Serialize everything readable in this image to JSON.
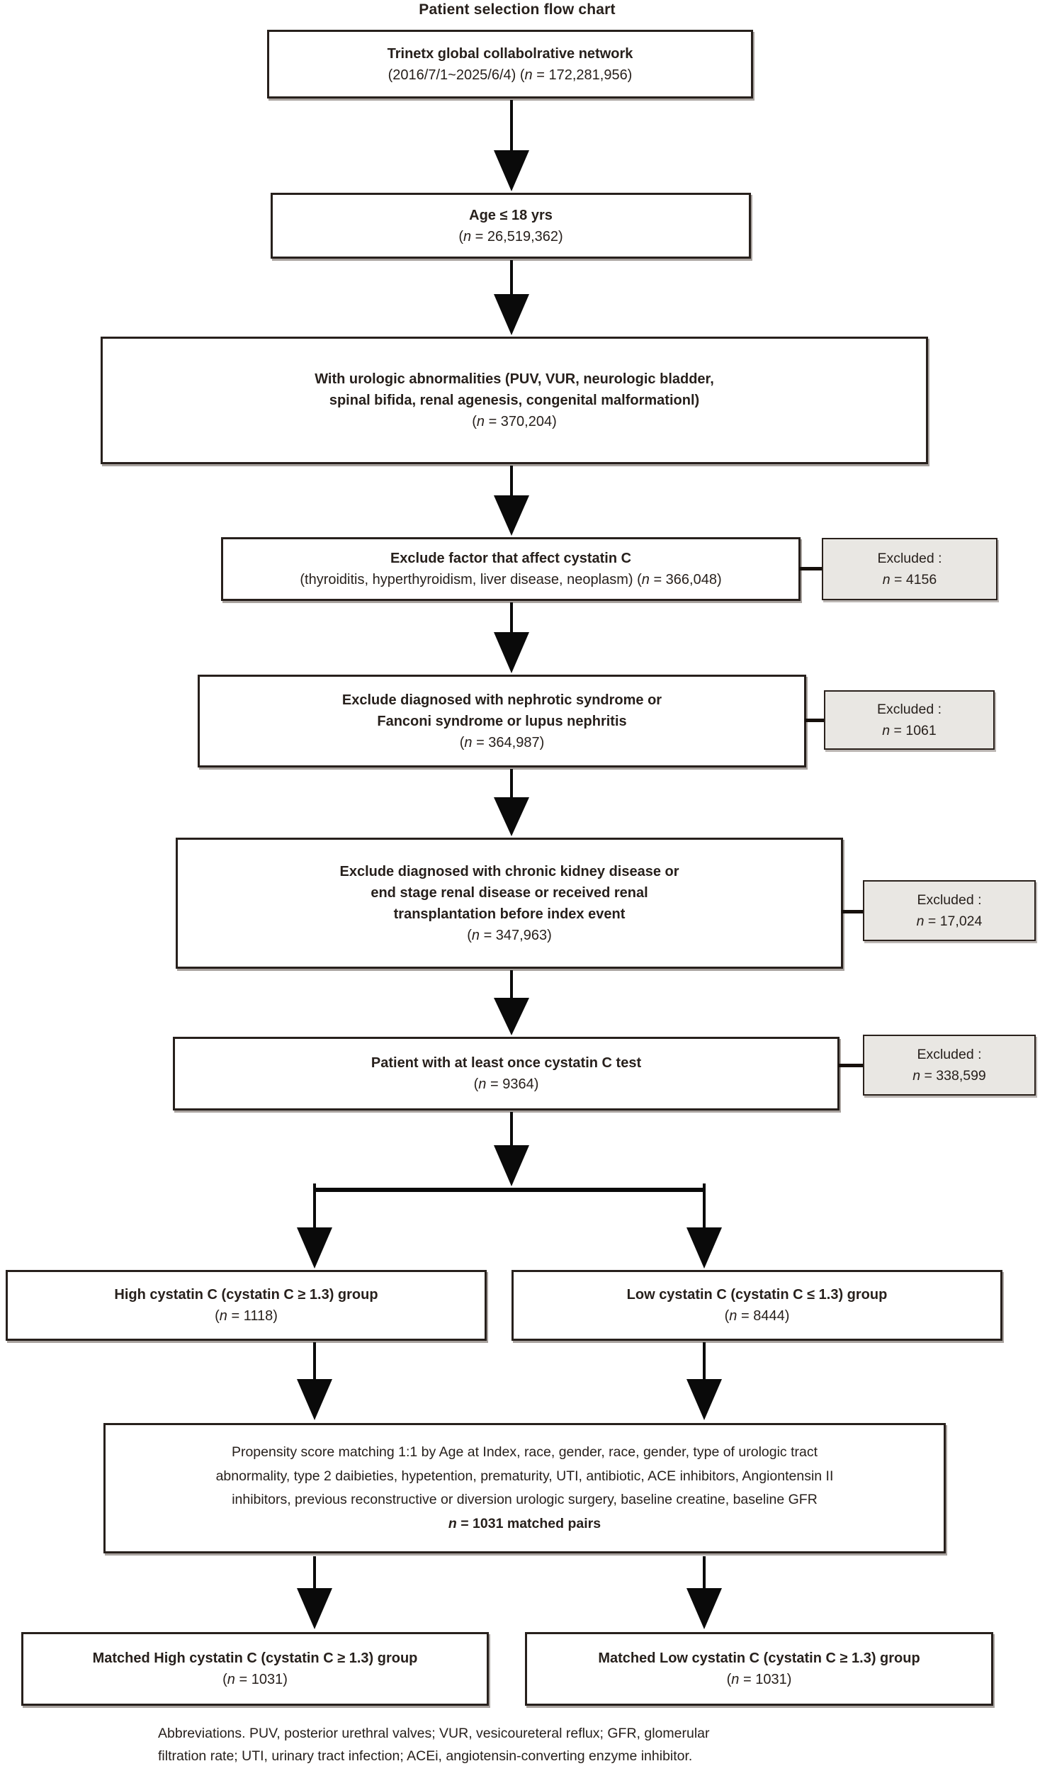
{
  "title": "Patient selection flow chart",
  "colors": {
    "box_border": "#27201c",
    "text": "#27201c",
    "arrow": "#0a0a0a",
    "excluded_fill": "#e9e7e3",
    "background": "#ffffff"
  },
  "boxes": {
    "network": {
      "lines": [
        {
          "t": "Trinetx global collabolrative network",
          "b": true
        },
        {
          "t": "(2016/7/1~2025/6/4) (*n* = 172,281,956)",
          "b": false
        }
      ]
    },
    "age": {
      "lines": [
        {
          "t": "Age ≤ 18 yrs",
          "b": true
        },
        {
          "t": "(*n* = 26,519,362)",
          "b": false
        }
      ]
    },
    "urologic": {
      "lines": [
        {
          "t": "With urologic abnormalities (PUV, VUR, neurologic bladder,",
          "b": true
        },
        {
          "t": "spinal bifida, renal agenesis, congenital malformationl)",
          "b": true
        },
        {
          "t": "(*n* = 370,204)",
          "b": false
        }
      ]
    },
    "exclude_factors": {
      "lines": [
        {
          "t": "Exclude factor that affect cystatin C",
          "b": true
        },
        {
          "t": "(thyroiditis, hyperthyroidism, liver disease, neoplasm) (*n* = 366,048)",
          "b": false
        }
      ]
    },
    "exclude_nephrotic": {
      "lines": [
        {
          "t": "Exclude diagnosed with nephrotic syndrome or",
          "b": true
        },
        {
          "t": "Fanconi syndrome or lupus nephritis",
          "b": true
        },
        {
          "t": "(*n* = 364,987)",
          "b": false
        }
      ]
    },
    "exclude_ckd": {
      "lines": [
        {
          "t": "Exclude diagnosed with chronic kidney disease or",
          "b": true
        },
        {
          "t": "end stage renal disease or received renal",
          "b": true
        },
        {
          "t": "transplantation before index event",
          "b": true
        },
        {
          "t": "(*n* = 347,963)",
          "b": false
        }
      ]
    },
    "cystatin_test": {
      "lines": [
        {
          "t": "Patient with at least once cystatin C test",
          "b": true
        },
        {
          "t": "(*n* = 9364)",
          "b": false
        }
      ]
    },
    "high_group": {
      "lines": [
        {
          "t": "High cystatin C (cystatin C ≥ 1.3) group",
          "b": true
        },
        {
          "t": "(*n* = 1118)",
          "b": false
        }
      ]
    },
    "low_group": {
      "lines": [
        {
          "t": "Low cystatin C (cystatin C ≤ 1.3) group",
          "b": true
        },
        {
          "t": "(*n* = 8444)",
          "b": false
        }
      ]
    },
    "matching": {
      "lines": [
        {
          "t": "Propensity score matching 1:1 by Age at Index, race, gender, race, gender, type of urologic tract",
          "b": false
        },
        {
          "t": "abnormality, type 2 daibieties, hypetention, prematurity, UTI, antibiotic, ACE inhibitors, Angiontensin II",
          "b": false
        },
        {
          "t": "inhibitors, previous reconstructive or diversion urologic surgery, baseline creatine, baseline GFR",
          "b": false
        },
        {
          "t": "*n* = 1031 matched pairs",
          "b": true
        }
      ]
    },
    "matched_high": {
      "lines": [
        {
          "t": "Matched High cystatin C (cystatin C ≥ 1.3) group",
          "b": true
        },
        {
          "t": "(*n* = 1031)",
          "b": false
        }
      ]
    },
    "matched_low": {
      "lines": [
        {
          "t": "Matched Low cystatin C (cystatin C ≥ 1.3) group",
          "b": true
        },
        {
          "t": "(*n* = 1031)",
          "b": false
        }
      ]
    }
  },
  "excluded_boxes": [
    {
      "label": "Excluded :",
      "value": "*n* = 4156"
    },
    {
      "label": "Excluded :",
      "value": "*n* = 1061"
    },
    {
      "label": "Excluded :",
      "value": "*n* = 17,024"
    },
    {
      "label": "Excluded :",
      "value": "*n* = 338,599"
    }
  ],
  "footer": {
    "line1": "Abbreviations. PUV, posterior urethral valves; VUR, vesicoureteral reflux; GFR, glomerular",
    "line2": "filtration rate; UTI, urinary tract infection; ACEi, angiotensin-converting enzyme inhibitor."
  }
}
